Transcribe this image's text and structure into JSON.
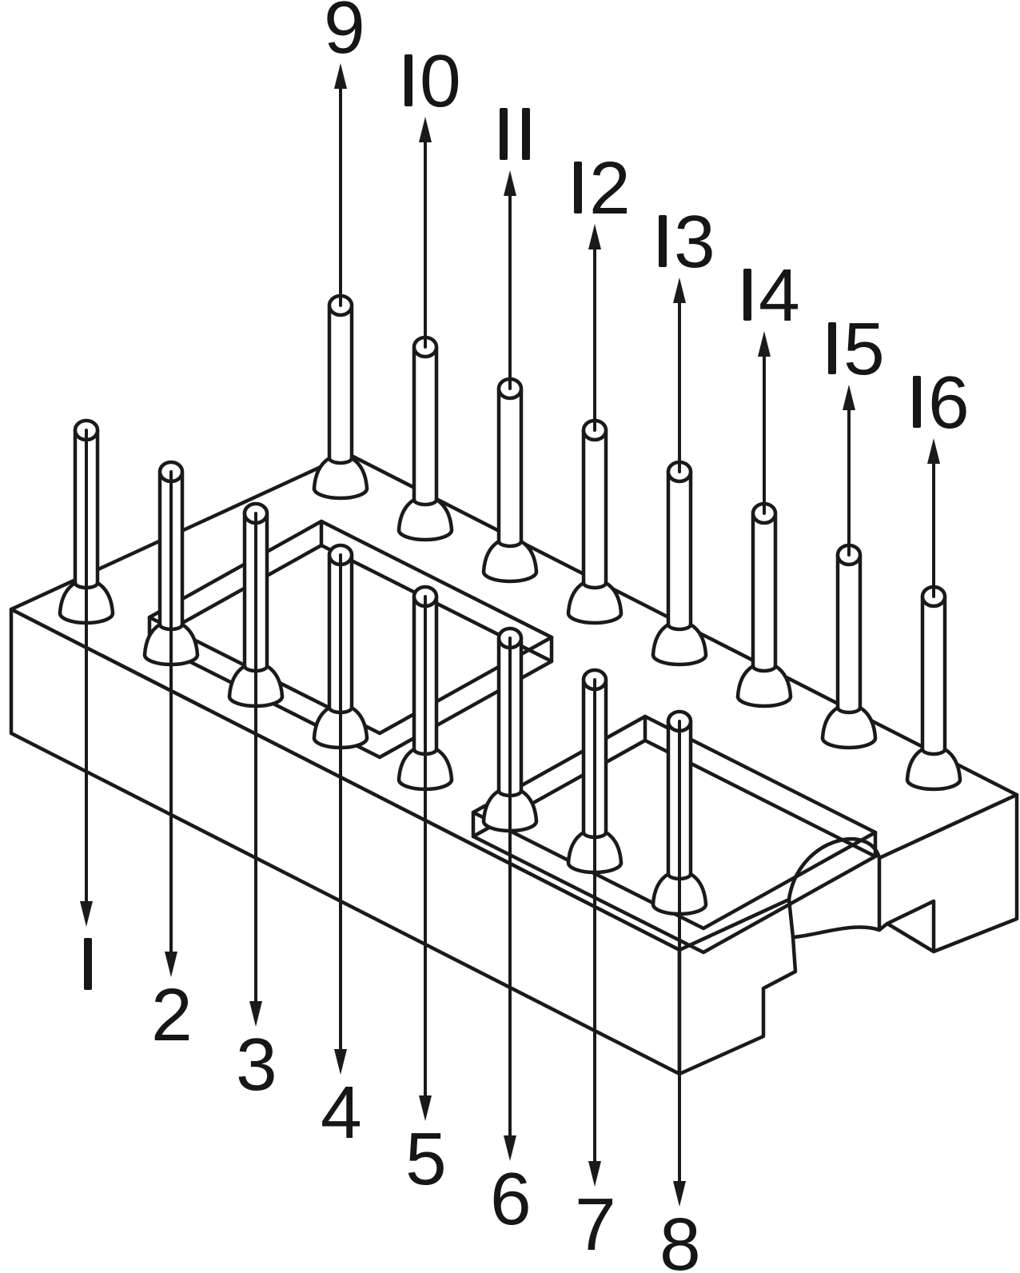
{
  "figure": {
    "name": "16-pin DIP IC socket, isometric technical line drawing with numbered pins",
    "background": "#ffffff",
    "line_color": "#1a1a1a",
    "pins": [
      {
        "number": "1",
        "row": "front",
        "arrow": "down"
      },
      {
        "number": "2",
        "row": "front",
        "arrow": "down"
      },
      {
        "number": "3",
        "row": "front",
        "arrow": "down"
      },
      {
        "number": "4",
        "row": "front",
        "arrow": "down"
      },
      {
        "number": "5",
        "row": "front",
        "arrow": "down"
      },
      {
        "number": "6",
        "row": "front",
        "arrow": "down"
      },
      {
        "number": "7",
        "row": "front",
        "arrow": "down"
      },
      {
        "number": "8",
        "row": "front",
        "arrow": "down"
      },
      {
        "number": "9",
        "row": "back",
        "arrow": "up"
      },
      {
        "number": "10",
        "row": "back",
        "arrow": "up"
      },
      {
        "number": "11",
        "row": "back",
        "arrow": "up"
      },
      {
        "number": "12",
        "row": "back",
        "arrow": "up"
      },
      {
        "number": "13",
        "row": "back",
        "arrow": "up"
      },
      {
        "number": "14",
        "row": "back",
        "arrow": "up"
      },
      {
        "number": "15",
        "row": "back",
        "arrow": "up"
      },
      {
        "number": "16",
        "row": "back",
        "arrow": "up"
      }
    ]
  }
}
